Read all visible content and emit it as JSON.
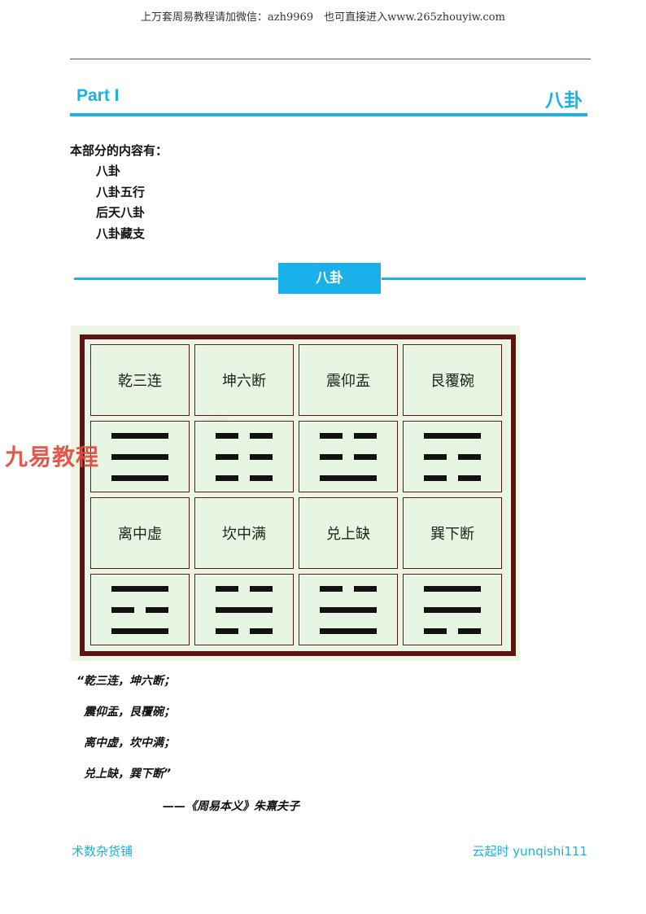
{
  "header_note": "上万套周易教程请加微信：azh9969　也可直接进入www.265zhouyiw.com",
  "part": {
    "label": "Part I",
    "title": "八卦"
  },
  "toc": {
    "heading": "本部分的内容有：",
    "items": [
      "八卦",
      "八卦五行",
      "后天八卦",
      "八卦藏支"
    ]
  },
  "section_title": "八卦",
  "trigram_table": {
    "rows": [
      {
        "type": "names",
        "cells": [
          "乾三连",
          "坤六断",
          "震仰盂",
          "艮覆碗"
        ]
      },
      {
        "type": "symbols",
        "cells": [
          [
            1,
            1,
            1
          ],
          [
            0,
            0,
            0
          ],
          [
            0,
            0,
            1
          ],
          [
            1,
            0,
            0
          ]
        ]
      },
      {
        "type": "names",
        "cells": [
          "离中虚",
          "坎中满",
          "兑上缺",
          "巽下断"
        ]
      },
      {
        "type": "symbols",
        "cells": [
          [
            1,
            0,
            1
          ],
          [
            0,
            1,
            0
          ],
          [
            0,
            1,
            1
          ],
          [
            1,
            1,
            0
          ]
        ]
      }
    ]
  },
  "verse": {
    "lines": [
      "“乾三连，坤六断；",
      "震仰盂，艮覆碗；",
      "离中虚，坎中满；",
      "兑上缺，巽下断”"
    ],
    "source": "——《周易本义》朱熹夫子"
  },
  "footer": {
    "left": "术数杂货铺",
    "right": "云起时 yunqishi111"
  },
  "watermark": "九易教程",
  "colors": {
    "accent": "#1ab0ea",
    "frame": "#5b1410",
    "watermark": "#e04a3e"
  }
}
